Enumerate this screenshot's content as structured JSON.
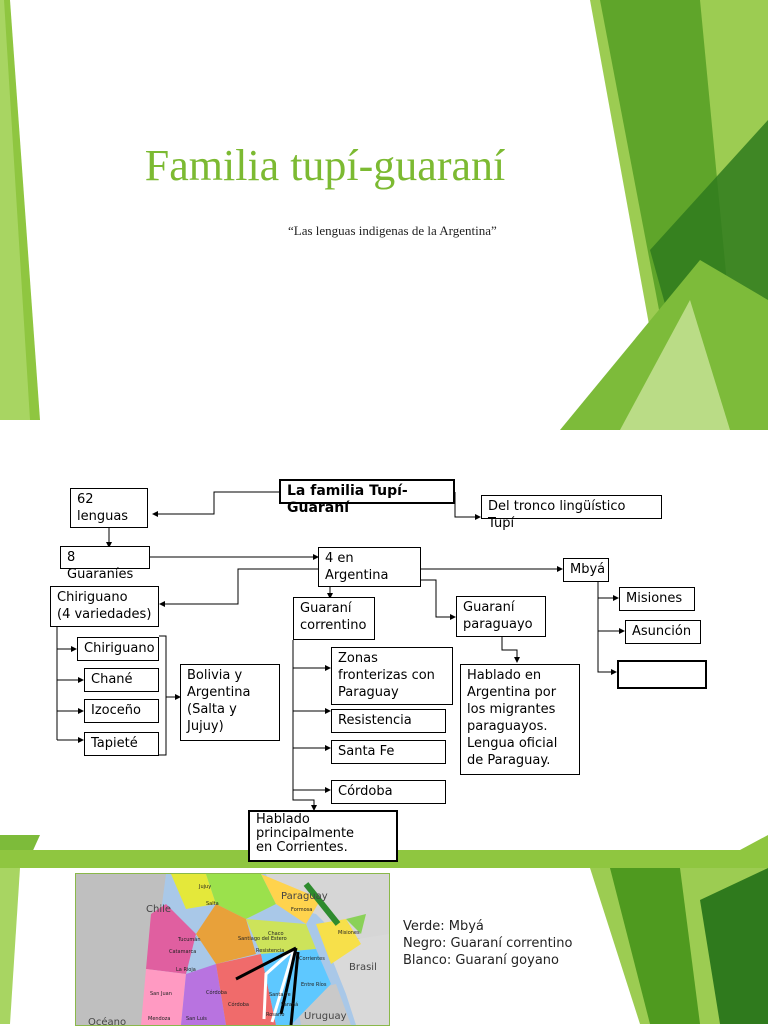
{
  "slide": {
    "title": "Familia tupí-guaraní",
    "subtitle": "“Las lenguas indigenas de la Argentina”"
  },
  "diagram": {
    "root": "La familia Tupí-Guaraní",
    "tronco": "Del tronco lingüístico Tupí",
    "lenguas": "62\nlenguas",
    "guaranies": "8 Guaraníes",
    "argentina": "4 en\nArgentina",
    "chiriguano_group": "Chiriguano\n(4 variedades)",
    "chiriguano_items": [
      "Chiriguano",
      "Chané",
      "Izoceño",
      "Tapieté"
    ],
    "bolivia": "Bolivia y\nArgentina\n(Salta y\nJujuy)",
    "correntino": "Guaraní\ncorrentino",
    "correntino_items": [
      "Zonas\nfronterizas con\nParaguay",
      "Resistencia",
      "Santa Fe",
      "Córdoba"
    ],
    "correntino_note": "Hablado\nprincipalmente\nen Corrientes.",
    "paraguayo": "Guaraní\nparaguayo",
    "paraguayo_note": "Hablado en\nArgentina por\nlos migrantes\nparaguayos.\nLengua oficial\nde Paraguay.",
    "mbya": "Mbyá",
    "mbya_items": [
      "Misiones",
      "Asunción",
      ""
    ]
  },
  "legend": {
    "verde": "Verde: Mbyá",
    "negro": "Negro: Guaraní correntino",
    "blanco": "Blanco: Guaraní goyano"
  },
  "map": {
    "labels": [
      "Chile",
      "Paraguay",
      "Brasil",
      "Uruguay",
      "Océano",
      "Jujuy",
      "Salta",
      "Formosa",
      "Chaco",
      "Santiago del Estero",
      "Tucumán",
      "Catamarca",
      "La Rioja",
      "San Juan",
      "Córdoba",
      "Santa Fe",
      "Misiones",
      "Corrientes",
      "Entre Ríos",
      "Resistencia",
      "Córdoba",
      "Rosario",
      "Paraná",
      "Mendoza",
      "San Luis"
    ]
  },
  "colors": {
    "accent_green": "#7cba32",
    "dark_green": "#4f9a1f",
    "light_green": "#a9d36a"
  }
}
